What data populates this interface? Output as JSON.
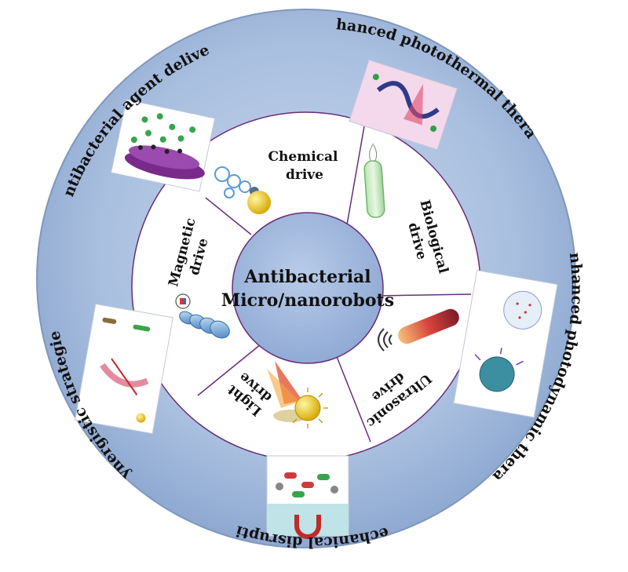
{
  "center": {
    "line1": "Antibacterial",
    "line2": "Micro/nanorobots"
  },
  "drives": [
    {
      "id": "chemical",
      "line1": "Chemical",
      "line2": "drive"
    },
    {
      "id": "biological",
      "line1": "Biological",
      "line2": "drive"
    },
    {
      "id": "ultrasonic",
      "line1": "Ultrasonic",
      "line2": "drive"
    },
    {
      "id": "light",
      "line1": "Light",
      "line2": "drive"
    },
    {
      "id": "magnetic",
      "line1": "Magnetic",
      "line2": "drive"
    }
  ],
  "applications": [
    {
      "id": "antibacterial-agent-delivery",
      "label": "Antibacterial agent delivery"
    },
    {
      "id": "enhanced-photothermal-therapy",
      "label": "Enhanced photothermal therapy"
    },
    {
      "id": "enhanced-photodynamic-therapy",
      "label": "Enhanced photodynamic therapy"
    },
    {
      "id": "mechanical-disruption",
      "label": "Mechanical disruption"
    },
    {
      "id": "synergistic-strategies",
      "label": "Synergistic strategies"
    }
  ],
  "colors": {
    "outer_ring": "#a9bfdf",
    "outer_ring_edge": "#7f97bd",
    "inner_disk": "#ffffff",
    "divider": "#6a2c7a",
    "center_fill": "#9cb4d9"
  }
}
